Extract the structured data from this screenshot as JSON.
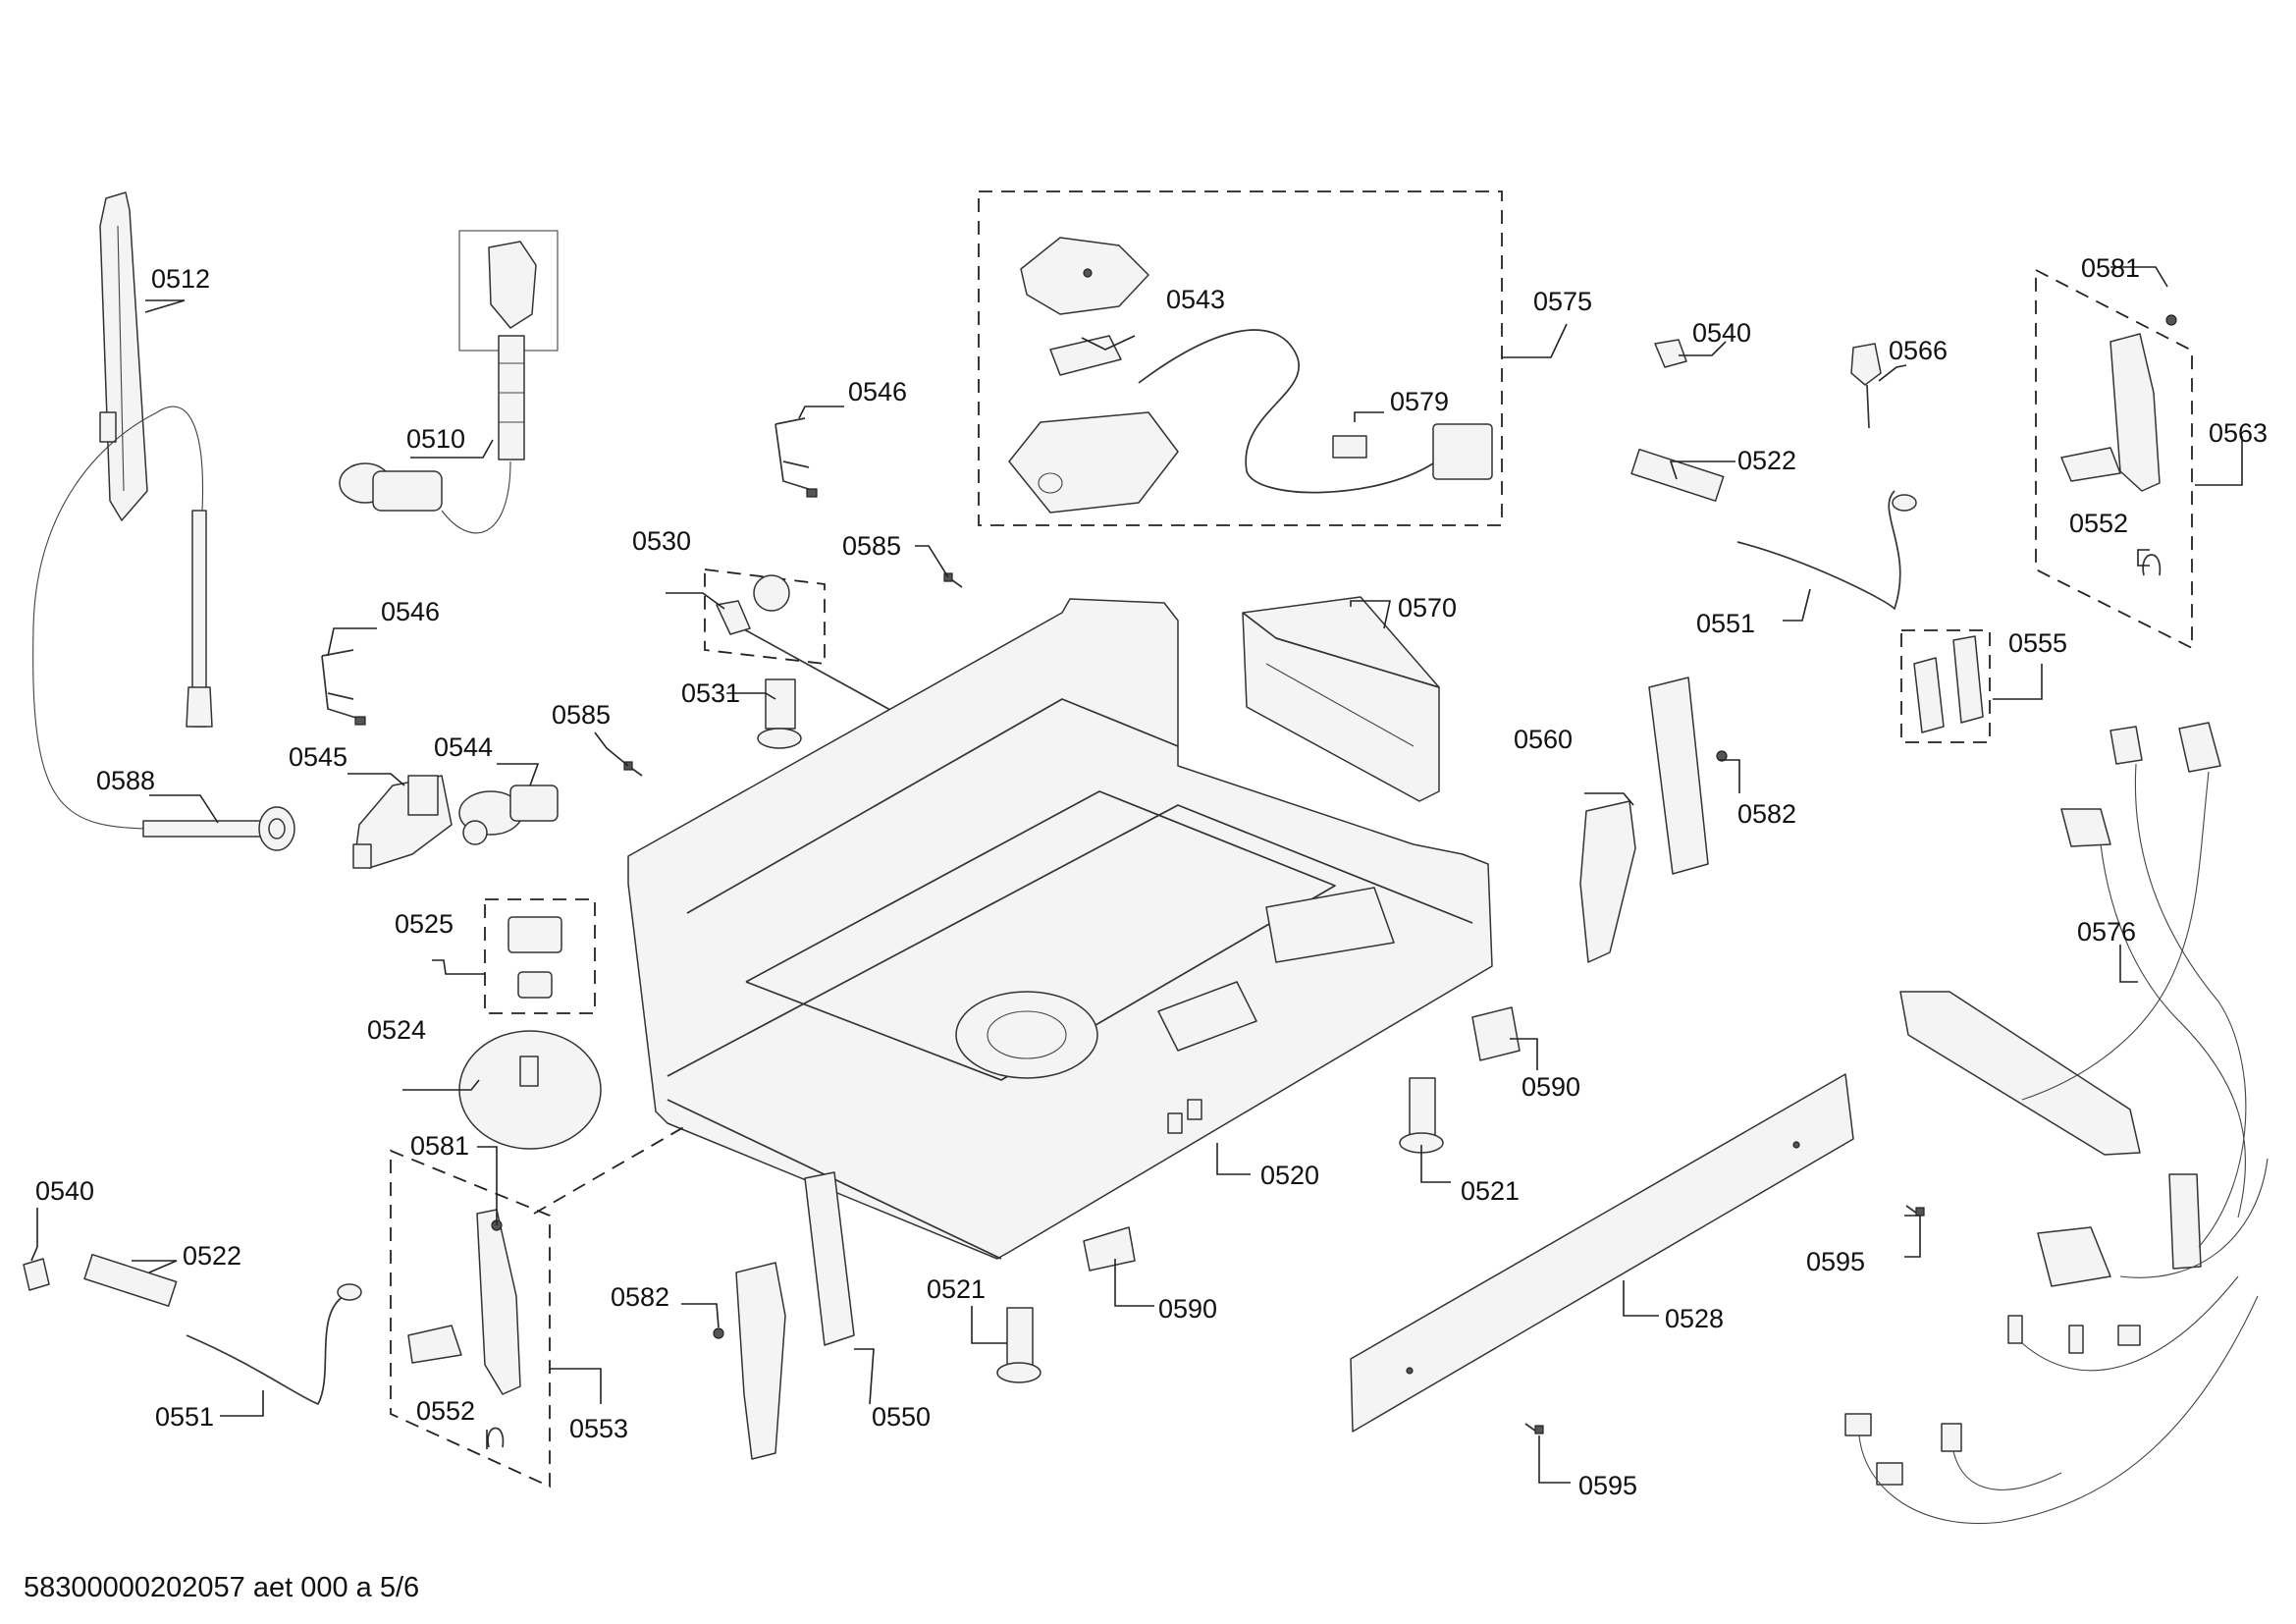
{
  "labels": {
    "l0512": "0512",
    "l0510": "0510",
    "l0546a": "0546",
    "l0546b": "0546",
    "l0588": "0588",
    "l0545": "0545",
    "l0544": "0544",
    "l0585a": "0585",
    "l0585b": "0585",
    "l0530": "0530",
    "l0531": "0531",
    "l0525": "0525",
    "l0524": "0524",
    "l0581a": "0581",
    "l0540a": "0540",
    "l0522a": "0522",
    "l0551a": "0551",
    "l0552a": "0552",
    "l0553": "0553",
    "l0582a": "0582",
    "l0550": "0550",
    "l0521a": "0521",
    "l0590a": "0590",
    "l0520": "0520",
    "l0543": "0543",
    "l0575": "0575",
    "l0579": "0579",
    "l0570": "0570",
    "l0540b": "0540",
    "l0566": "0566",
    "l0522b": "0522",
    "l0551b": "0551",
    "l0560": "0560",
    "l0582b": "0582",
    "l0555": "0555",
    "l0581b": "0581",
    "l0563": "0563",
    "l0552b": "0552",
    "l0576": "0576",
    "l0590b": "0590",
    "l0521b": "0521",
    "l0595a": "0595",
    "l0528": "0528",
    "l0595b": "0595"
  },
  "footer": "58300000202057 aet 000 a 5/6"
}
